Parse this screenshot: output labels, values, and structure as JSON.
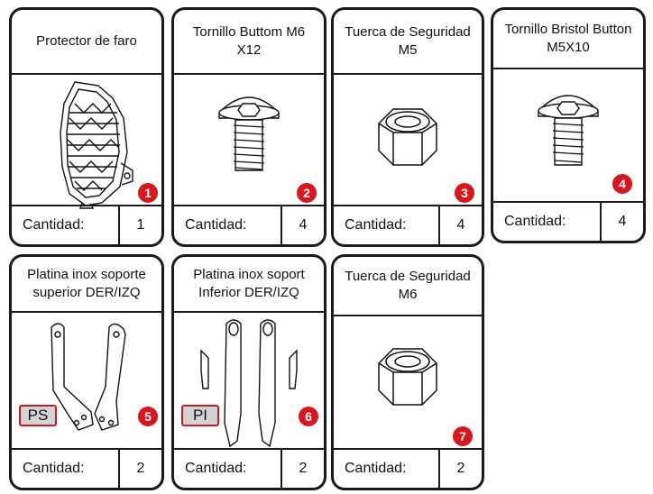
{
  "sheet": {
    "quantity_label": "Cantidad:",
    "items": [
      {
        "number": "1",
        "title": "Protector de faro",
        "quantity": "1",
        "icon": "headlight-protector-icon"
      },
      {
        "number": "2",
        "title": "Tornillo Buttom M6 X12",
        "quantity": "4",
        "icon": "button-head-screw-icon"
      },
      {
        "number": "3",
        "title": "Tuerca de Seguridad M5",
        "quantity": "4",
        "icon": "lock-nut-icon"
      },
      {
        "number": "4",
        "title": "Tornillo Bristol Button M5X10",
        "quantity": "4",
        "icon": "button-head-screw-icon"
      },
      {
        "number": "5",
        "title": "Platina inox soporte superior DER/IZQ",
        "quantity": "2",
        "tag": "PS",
        "icon": "upper-bracket-plates-icon"
      },
      {
        "number": "6",
        "title": "Platina inox soport Inferior DER/IZQ",
        "quantity": "2",
        "tag": "PI",
        "icon": "lower-bracket-plates-icon"
      },
      {
        "number": "7",
        "title": "Tuerca de Seguridad M6",
        "quantity": "2",
        "icon": "lock-nut-icon"
      }
    ]
  }
}
